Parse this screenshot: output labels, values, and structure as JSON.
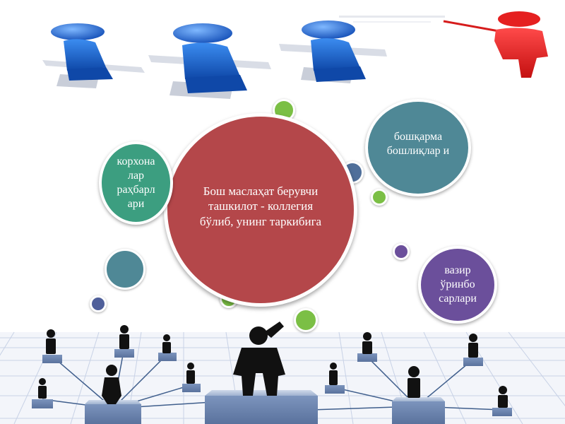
{
  "central_bubble": {
    "text": "Бош маслаҳат берувчи ташкилот - коллегия бўлиб, унинг таркибига"
  },
  "left_bubble": {
    "text": "корхона лар раҳбарл ари"
  },
  "right_bubble": {
    "text": "бошқарма бошлиқлар и"
  },
  "vazir_bubble": {
    "text": "вазир ўринбо сарлари"
  },
  "colors": {
    "central": "#b4474a",
    "green": "#3c9e80",
    "teal": "#4f8896",
    "purple": "#6b4f9b",
    "lime": "#7bbf45",
    "figures_blue": "#1f6fd8",
    "presenter_red": "#e52020",
    "businessman": "#111111"
  }
}
